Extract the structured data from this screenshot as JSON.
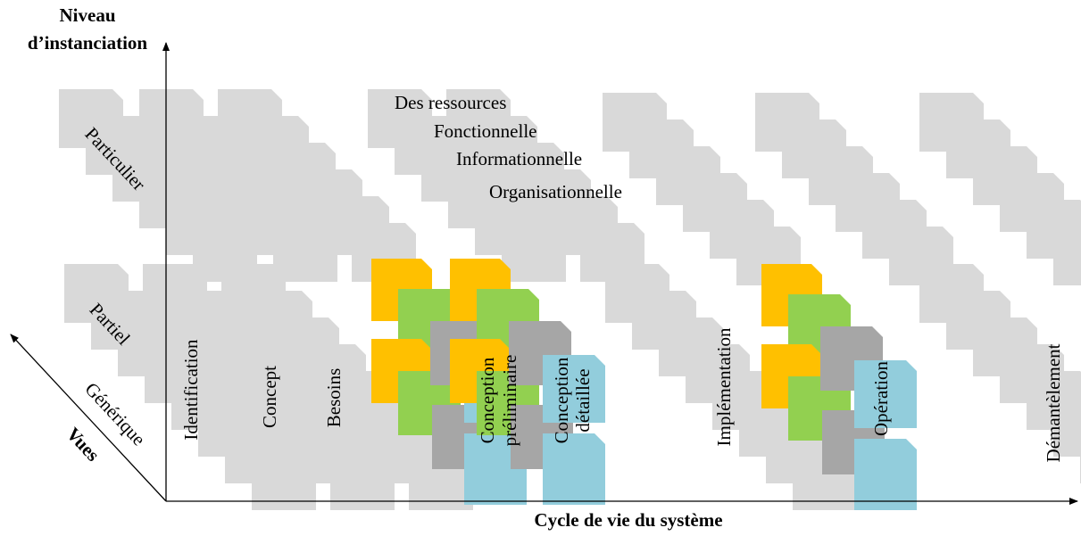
{
  "colors": {
    "gray_light": "#d9d9d9",
    "gray_dark": "#a6a6a6",
    "yellow": "#ffc000",
    "green": "#92d050",
    "blue": "#92cddc",
    "axis": "#000000",
    "text": "#000000"
  },
  "axes": {
    "y_title_line1": "Niveau",
    "y_title_line2": "d’instanciation",
    "x_title": "Cycle de vie du système",
    "depth_title": "Vues"
  },
  "levels": {
    "particulier": "Particulier",
    "partiel": "Partiel",
    "generique": "Générique"
  },
  "phases": {
    "identification": "Identification",
    "concept": "Concept",
    "besoins": "Besoins",
    "conception_preliminaire_l1": "Conception",
    "conception_preliminaire_l2": "préliminaire",
    "conception_detaillee_l1": "Conception",
    "conception_detaillee_l2": "détaillée",
    "implementation": "Implémentation",
    "operation": "Opération",
    "demantelement": "Démantèlement"
  },
  "views": {
    "ressources": "Des ressources",
    "fonctionnelle": "Fonctionnelle",
    "informationnelle": "Informationnelle",
    "organisationnelle": "Organisationnelle"
  }
}
